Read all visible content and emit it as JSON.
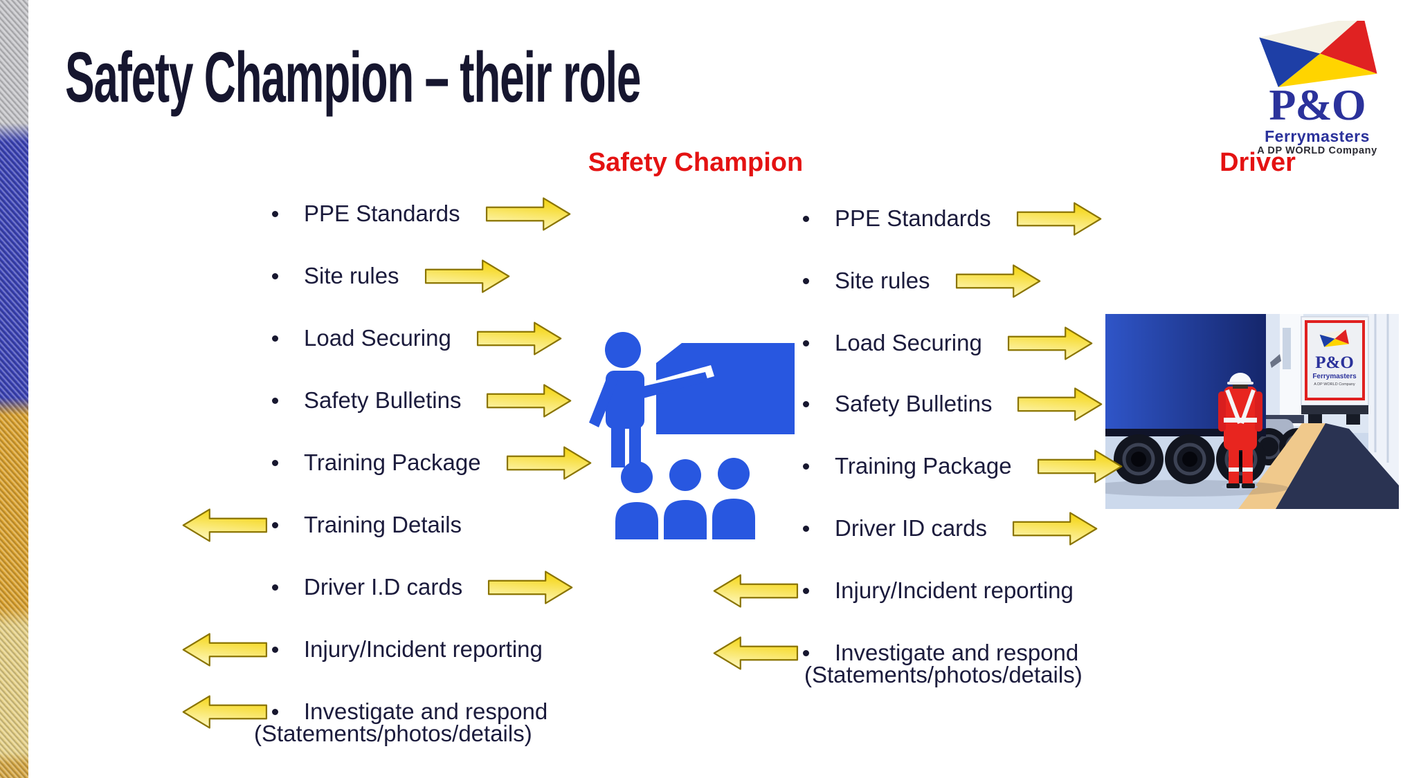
{
  "title": "Safety Champion – their role",
  "brand": {
    "name": "P&O",
    "division": "Ferrymasters",
    "tagline": "A DP WORLD Company"
  },
  "columns": {
    "champion": {
      "heading": "Safety Champion",
      "items": [
        {
          "label": "PPE Standards",
          "arrow": "right"
        },
        {
          "label": "Site rules",
          "arrow": "right"
        },
        {
          "label": "Load Securing",
          "arrow": "right"
        },
        {
          "label": "Safety Bulletins",
          "arrow": "right"
        },
        {
          "label": "Training Package",
          "arrow": "right"
        },
        {
          "label": "Training Details",
          "arrow": "left"
        },
        {
          "label": "Driver I.D cards",
          "arrow": "right"
        },
        {
          "label": "Injury/Incident reporting",
          "arrow": "left"
        },
        {
          "label": "Investigate and respond",
          "label2": "(Statements/photos/details)",
          "arrow": "left"
        }
      ]
    },
    "driver": {
      "heading": "Driver",
      "items": [
        {
          "label": "PPE Standards",
          "arrow": "right"
        },
        {
          "label": "Site rules",
          "arrow": "right"
        },
        {
          "label": "Load Securing",
          "arrow": "right"
        },
        {
          "label": "Safety Bulletins",
          "arrow": "right"
        },
        {
          "label": "Training Package",
          "arrow": "right"
        },
        {
          "label": "Driver ID cards",
          "arrow": "right"
        },
        {
          "label": "Injury/Incident reporting",
          "arrow": "left"
        },
        {
          "label": "Investigate and respond",
          "label2": "(Statements/photos/details)",
          "arrow": "left"
        }
      ]
    }
  },
  "truck_panel": {
    "placard": {
      "name": "P&O",
      "division": "Ferrymasters",
      "tagline": "A DP WORLD Company"
    }
  },
  "icons": {
    "presenter": "safety-training-presenter-icon",
    "audience": "audience-icon",
    "arrow_right": "block-arrow-right-icon",
    "arrow_left": "block-arrow-left-icon",
    "flag": "pno-house-flag-icon"
  },
  "colors": {
    "accent_red": "#e41212",
    "text_navy": "#1b1b3c",
    "title_navy": "#16162f",
    "figure_blue": "#2857e0",
    "brand_blue": "#2b329b",
    "arrow_fill_light": "#fffbd0",
    "arrow_fill_gold": "#f5d71c",
    "arrow_border": "#8a7400",
    "strip_gray": "#c7c7cb",
    "strip_blue": "#3b43b8",
    "strip_gold": "#dda32e",
    "strip_straw": "#e7d287"
  }
}
